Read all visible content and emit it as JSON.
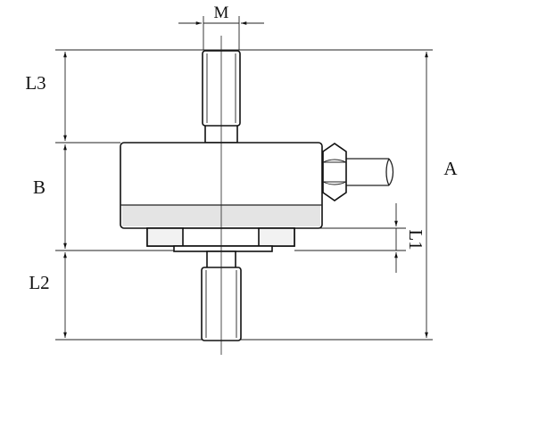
{
  "labels": {
    "m": "M",
    "l3": "L3",
    "b": "B",
    "l2": "L2",
    "a": "A",
    "l1": "L1"
  },
  "colors": {
    "line": "#111111",
    "background": "#ffffff"
  }
}
